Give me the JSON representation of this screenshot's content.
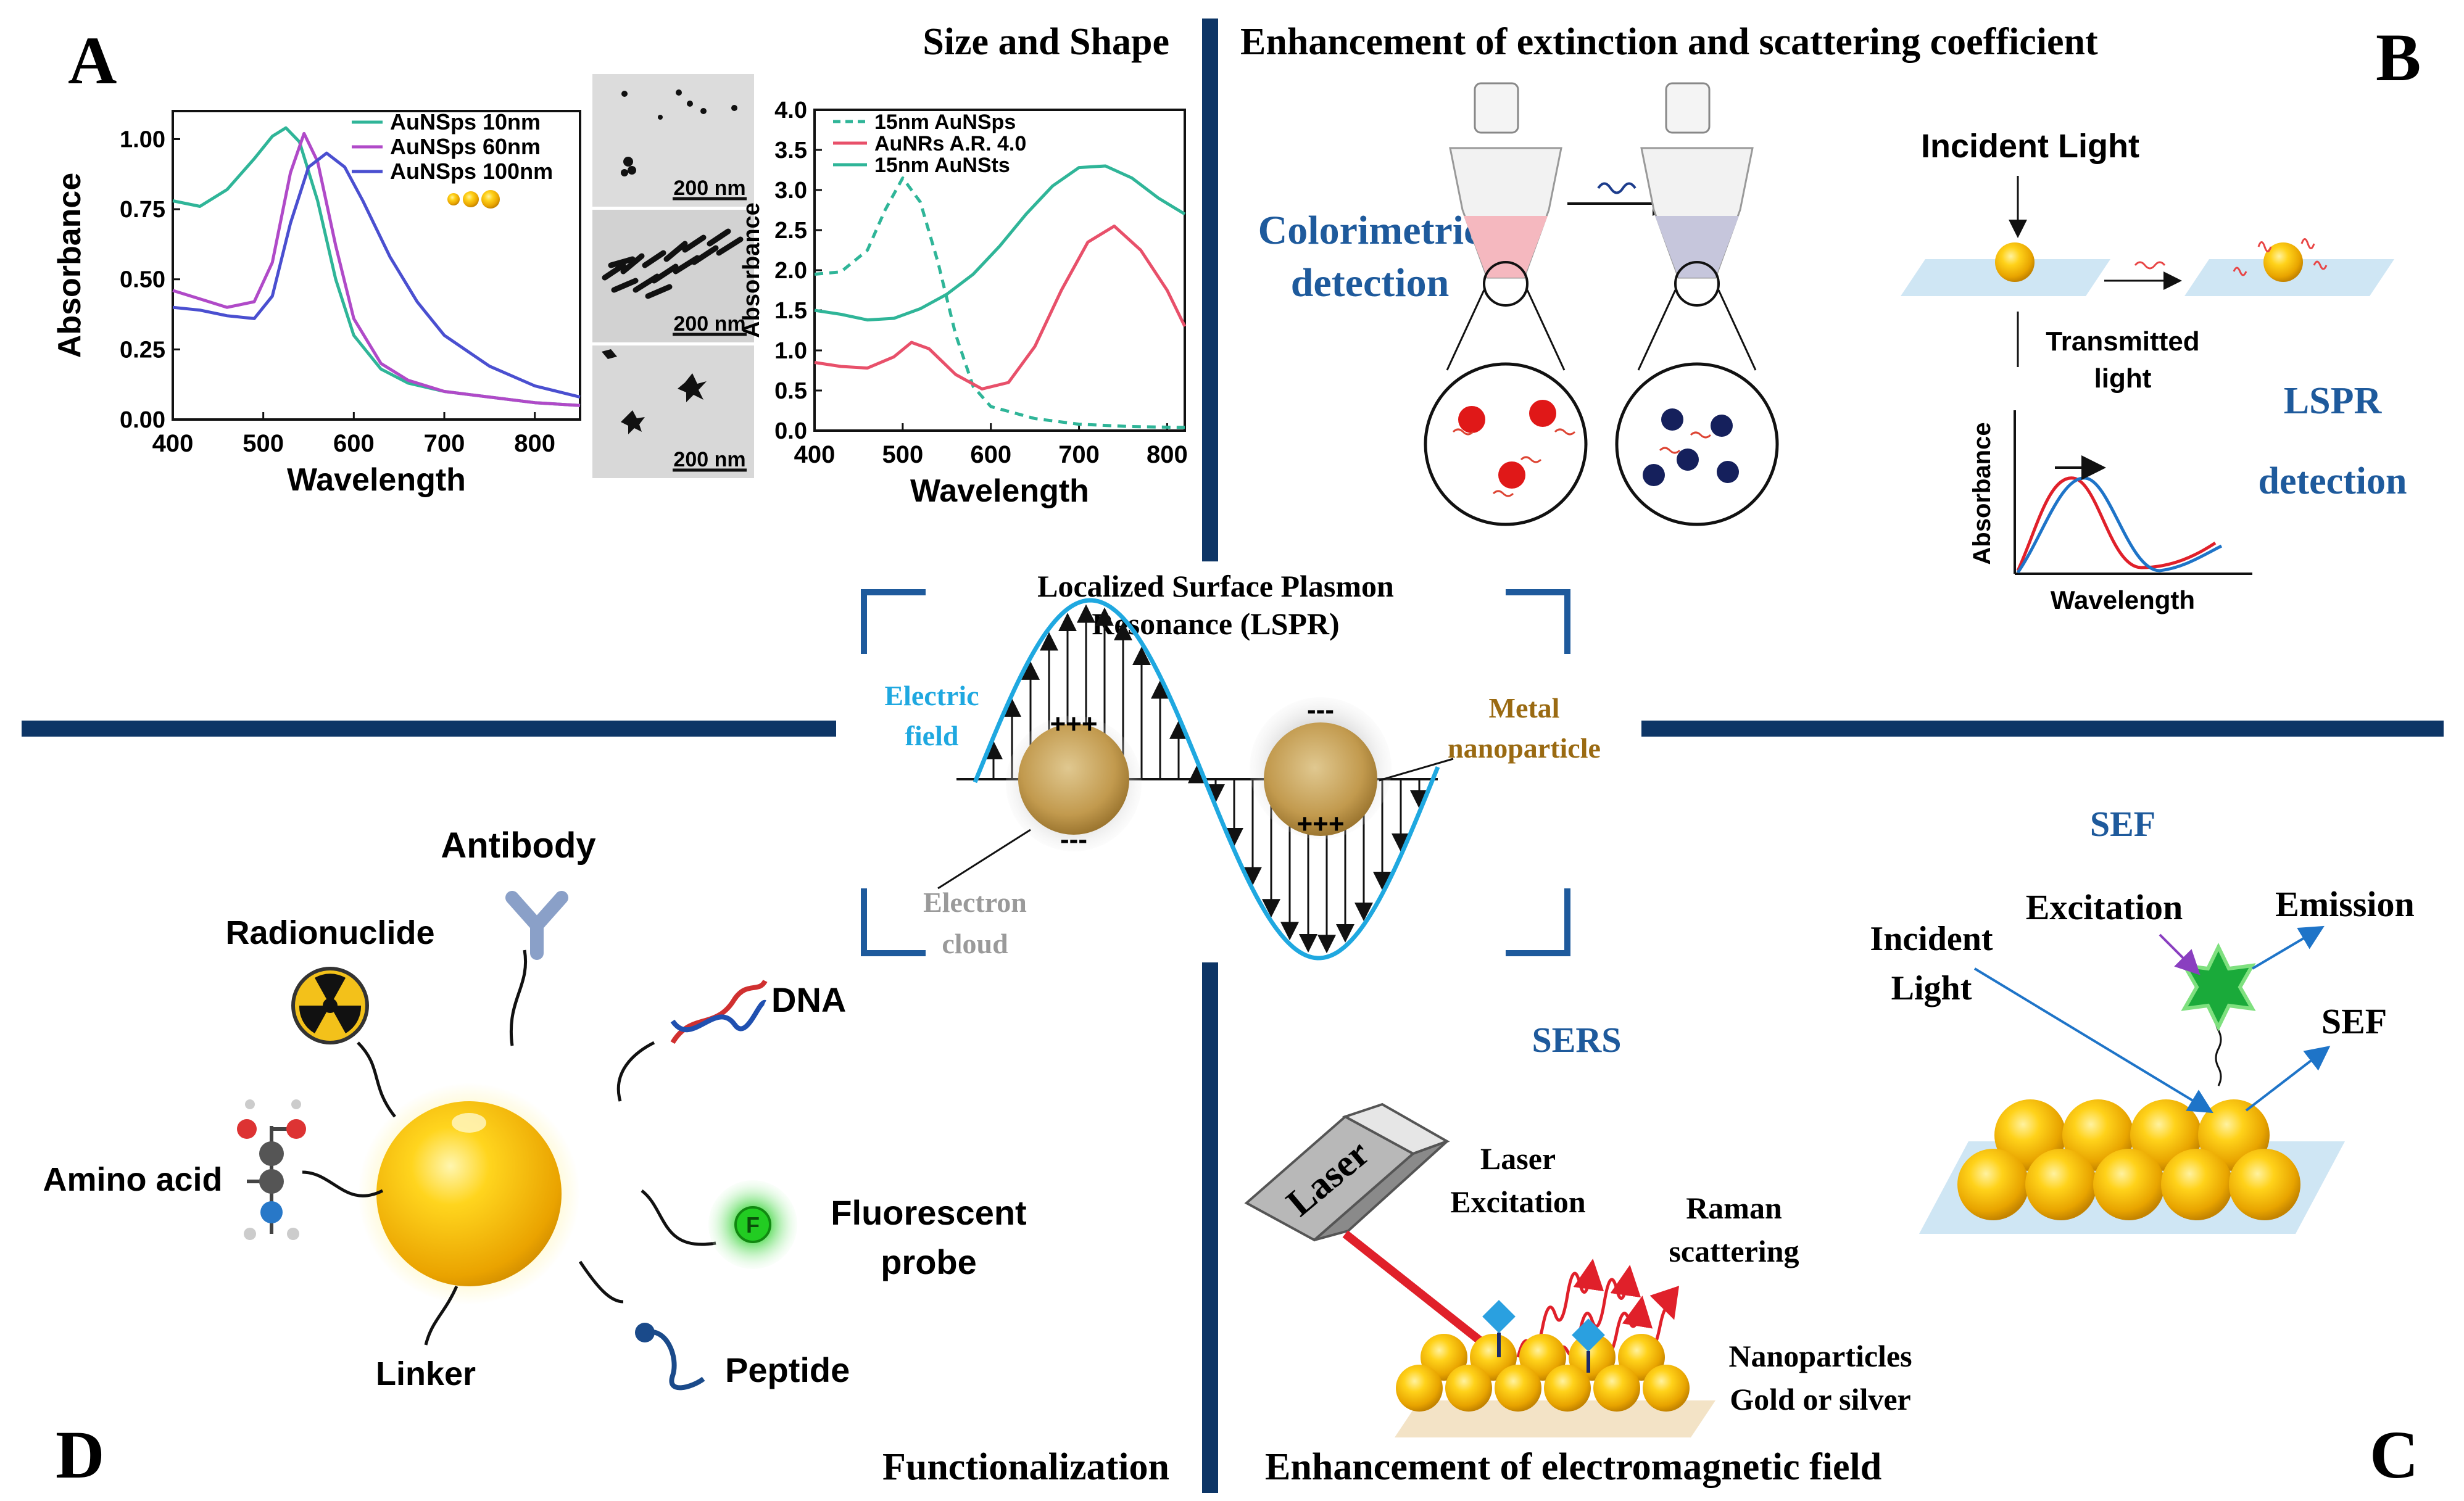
{
  "panels": {
    "A": {
      "letter": "A",
      "title": "Size and Shape",
      "chart_left": {
        "type": "line",
        "xlabel": "Wavelength",
        "ylabel": "Absorbance",
        "xlim": [
          400,
          850
        ],
        "ylim": [
          0,
          1.1
        ],
        "x_ticks": [
          "400",
          "500",
          "600",
          "700",
          "800"
        ],
        "y_ticks": [
          "0.00",
          "0.25",
          "0.50",
          "0.75",
          "1.00"
        ],
        "series": [
          {
            "name": "AuNSps 10nm",
            "color": "#2fb598",
            "x": [
              400,
              430,
              460,
              490,
              510,
              525,
              540,
              560,
              580,
              600,
              630,
              660,
              700,
              750,
              800,
              850
            ],
            "y": [
              0.78,
              0.76,
              0.82,
              0.93,
              1.01,
              1.04,
              0.99,
              0.78,
              0.5,
              0.3,
              0.18,
              0.13,
              0.1,
              0.08,
              0.06,
              0.05
            ]
          },
          {
            "name": "AuNSps 60nm",
            "color": "#b04ac8",
            "x": [
              400,
              430,
              460,
              490,
              510,
              530,
              545,
              560,
              580,
              600,
              630,
              660,
              700,
              750,
              800,
              850
            ],
            "y": [
              0.46,
              0.43,
              0.4,
              0.42,
              0.56,
              0.88,
              1.02,
              0.92,
              0.62,
              0.36,
              0.2,
              0.14,
              0.1,
              0.08,
              0.06,
              0.05
            ]
          },
          {
            "name": "AuNSps 100nm",
            "color": "#4a4fd0",
            "x": [
              400,
              430,
              460,
              490,
              510,
              530,
              550,
              570,
              590,
              610,
              640,
              670,
              700,
              750,
              800,
              850
            ],
            "y": [
              0.4,
              0.39,
              0.37,
              0.36,
              0.44,
              0.7,
              0.9,
              0.95,
              0.9,
              0.78,
              0.58,
              0.42,
              0.3,
              0.19,
              0.12,
              0.08
            ]
          }
        ]
      },
      "tem_labels": [
        "200 nm",
        "200 nm",
        "200 nm"
      ],
      "chart_right": {
        "type": "line",
        "xlabel": "Wavelength",
        "ylabel": "Absorbance",
        "xlim": [
          400,
          820
        ],
        "ylim": [
          0,
          4.0
        ],
        "x_ticks": [
          "400",
          "500",
          "600",
          "700",
          "800"
        ],
        "y_ticks": [
          "0.0",
          "0.5",
          "1.0",
          "1.5",
          "2.0",
          "2.5",
          "3.0",
          "3.5",
          "4.0"
        ],
        "series": [
          {
            "name": "15nm AuNSps",
            "color": "#2fb598",
            "dashed": true,
            "x": [
              400,
              430,
              460,
              480,
              500,
              520,
              540,
              560,
              580,
              600,
              650,
              700,
              760,
              820
            ],
            "y": [
              1.95,
              1.98,
              2.25,
              2.75,
              3.15,
              2.85,
              2.1,
              1.2,
              0.55,
              0.3,
              0.15,
              0.08,
              0.05,
              0.04
            ]
          },
          {
            "name": "AuNRs A.R. 4.0",
            "color": "#e8506a",
            "x": [
              400,
              430,
              460,
              490,
              510,
              530,
              560,
              590,
              620,
              650,
              680,
              710,
              740,
              770,
              800,
              820
            ],
            "y": [
              0.85,
              0.8,
              0.78,
              0.92,
              1.1,
              1.02,
              0.7,
              0.52,
              0.6,
              1.05,
              1.75,
              2.35,
              2.55,
              2.25,
              1.75,
              1.3
            ]
          },
          {
            "name": "15nm AuNSts",
            "color": "#2fb598",
            "x": [
              400,
              430,
              460,
              490,
              520,
              550,
              580,
              610,
              640,
              670,
              700,
              730,
              760,
              790,
              820
            ],
            "y": [
              1.5,
              1.45,
              1.38,
              1.4,
              1.52,
              1.7,
              1.95,
              2.3,
              2.7,
              3.05,
              3.28,
              3.3,
              3.15,
              2.9,
              2.7
            ]
          }
        ]
      }
    },
    "B": {
      "letter": "B",
      "title": "Enhancement of extinction and scattering coefficient",
      "colorimetric": [
        "Colorimetric",
        "detection"
      ],
      "incident_light": "Incident Light",
      "transmitted": [
        "Transmitted",
        "light"
      ],
      "lspr_label": "LSPR",
      "detection_label": "detection",
      "mini_chart": {
        "ylabel": "Absorbance",
        "xlabel": "Wavelength"
      }
    },
    "center": {
      "title_line1": "Localized Surface Plasmon",
      "title_line2": "Resonance (LSPR)",
      "electric_field": [
        "Electric",
        "field"
      ],
      "metal_nanoparticle": [
        "Metal",
        "nanoparticle"
      ],
      "electron_cloud": [
        "Electron",
        "cloud"
      ],
      "plus_signs": "+++",
      "minus_signs": "---"
    },
    "C": {
      "letter": "C",
      "title": "Enhancement of electromagnetic field",
      "sers": "SERS",
      "laser": "Laser",
      "laser_excitation": [
        "Laser",
        "Excitation"
      ],
      "raman": [
        "Raman",
        "scattering"
      ],
      "nanoparticles": [
        "Nanoparticles",
        "Gold or silver"
      ],
      "sef_title": "SEF",
      "incident_light": [
        "Incident",
        "Light"
      ],
      "excitation": "Excitation",
      "emission": "Emission",
      "sef_label": "SEF"
    },
    "D": {
      "letter": "D",
      "title": "Functionalization",
      "labels": {
        "antibody": "Antibody",
        "radionuclide": "Radionuclide",
        "dna": "DNA",
        "amino_acid": "Amino acid",
        "fluorescent": [
          "Fluorescent",
          "probe"
        ],
        "linker": "Linker",
        "peptide": "Peptide",
        "f_letter": "F"
      }
    }
  },
  "colors": {
    "divider": "#0d3566",
    "blue_label": "#1e5a9c",
    "gold": "#f2b705",
    "cyan_wave": "#1fa8e0",
    "brown_label": "#9a6a12"
  }
}
